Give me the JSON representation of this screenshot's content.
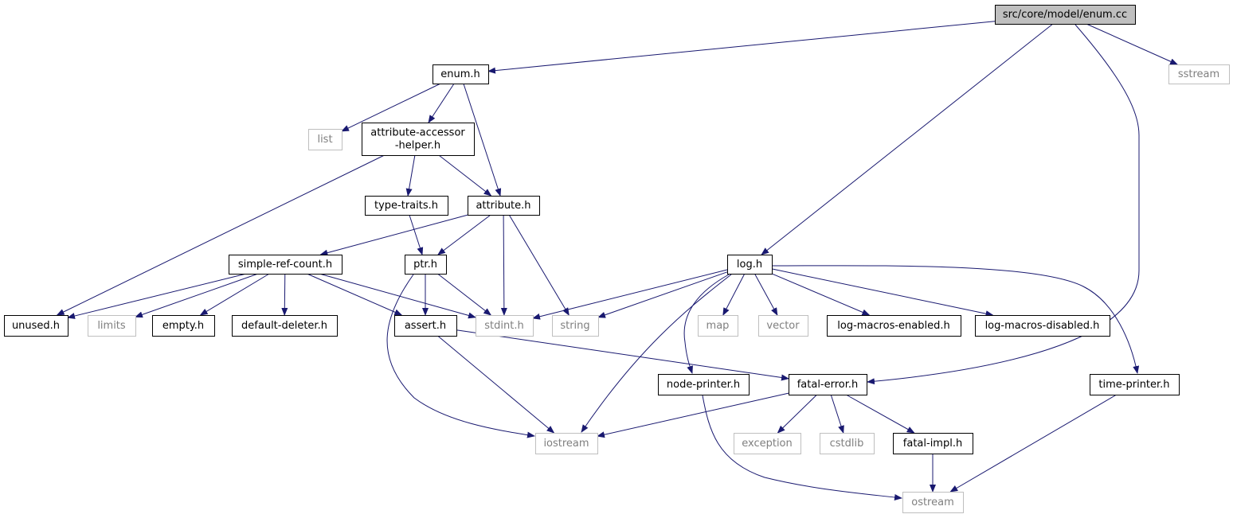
{
  "diagram": {
    "nodes": [
      {
        "id": "enum_cc",
        "label": "src/core/model/enum.cc",
        "kind": "root"
      },
      {
        "id": "enum_h",
        "label": "enum.h",
        "kind": "doc"
      },
      {
        "id": "sstream",
        "label": "sstream",
        "kind": "system"
      },
      {
        "id": "list",
        "label": "list",
        "kind": "system"
      },
      {
        "id": "aah_h",
        "label": "attribute-accessor\n-helper.h",
        "kind": "doc"
      },
      {
        "id": "type_traits_h",
        "label": "type-traits.h",
        "kind": "doc"
      },
      {
        "id": "attribute_h",
        "label": "attribute.h",
        "kind": "doc"
      },
      {
        "id": "simple_ref_count_h",
        "label": "simple-ref-count.h",
        "kind": "doc"
      },
      {
        "id": "ptr_h",
        "label": "ptr.h",
        "kind": "doc"
      },
      {
        "id": "log_h",
        "label": "log.h",
        "kind": "doc"
      },
      {
        "id": "unused_h",
        "label": "unused.h",
        "kind": "doc"
      },
      {
        "id": "limits",
        "label": "limits",
        "kind": "system"
      },
      {
        "id": "empty_h",
        "label": "empty.h",
        "kind": "doc"
      },
      {
        "id": "default_deleter_h",
        "label": "default-deleter.h",
        "kind": "doc"
      },
      {
        "id": "assert_h",
        "label": "assert.h",
        "kind": "doc"
      },
      {
        "id": "stdint_h",
        "label": "stdint.h",
        "kind": "system"
      },
      {
        "id": "string",
        "label": "string",
        "kind": "system"
      },
      {
        "id": "map",
        "label": "map",
        "kind": "system"
      },
      {
        "id": "vector",
        "label": "vector",
        "kind": "system"
      },
      {
        "id": "log_macros_enabled_h",
        "label": "log-macros-enabled.h",
        "kind": "doc"
      },
      {
        "id": "log_macros_disabled_h",
        "label": "log-macros-disabled.h",
        "kind": "doc"
      },
      {
        "id": "node_printer_h",
        "label": "node-printer.h",
        "kind": "doc"
      },
      {
        "id": "fatal_error_h",
        "label": "fatal-error.h",
        "kind": "doc"
      },
      {
        "id": "time_printer_h",
        "label": "time-printer.h",
        "kind": "doc"
      },
      {
        "id": "iostream",
        "label": "iostream",
        "kind": "system"
      },
      {
        "id": "exception",
        "label": "exception",
        "kind": "system"
      },
      {
        "id": "cstdlib",
        "label": "cstdlib",
        "kind": "system"
      },
      {
        "id": "fatal_impl_h",
        "label": "fatal-impl.h",
        "kind": "doc"
      },
      {
        "id": "ostream",
        "label": "ostream",
        "kind": "system"
      }
    ],
    "edges": [
      {
        "from": "enum_cc",
        "to": "enum_h"
      },
      {
        "from": "enum_cc",
        "to": "sstream"
      },
      {
        "from": "enum_cc",
        "to": "log_h"
      },
      {
        "from": "enum_cc",
        "to": "fatal_error_h"
      },
      {
        "from": "enum_h",
        "to": "list"
      },
      {
        "from": "enum_h",
        "to": "aah_h"
      },
      {
        "from": "enum_h",
        "to": "attribute_h"
      },
      {
        "from": "aah_h",
        "to": "type_traits_h"
      },
      {
        "from": "aah_h",
        "to": "attribute_h"
      },
      {
        "from": "aah_h",
        "to": "unused_h"
      },
      {
        "from": "type_traits_h",
        "to": "ptr_h"
      },
      {
        "from": "attribute_h",
        "to": "simple_ref_count_h"
      },
      {
        "from": "attribute_h",
        "to": "ptr_h"
      },
      {
        "from": "attribute_h",
        "to": "stdint_h"
      },
      {
        "from": "attribute_h",
        "to": "string"
      },
      {
        "from": "simple_ref_count_h",
        "to": "unused_h"
      },
      {
        "from": "simple_ref_count_h",
        "to": "limits"
      },
      {
        "from": "simple_ref_count_h",
        "to": "empty_h"
      },
      {
        "from": "simple_ref_count_h",
        "to": "default_deleter_h"
      },
      {
        "from": "simple_ref_count_h",
        "to": "assert_h"
      },
      {
        "from": "simple_ref_count_h",
        "to": "stdint_h"
      },
      {
        "from": "ptr_h",
        "to": "assert_h"
      },
      {
        "from": "ptr_h",
        "to": "stdint_h"
      },
      {
        "from": "ptr_h",
        "to": "iostream"
      },
      {
        "from": "log_h",
        "to": "stdint_h"
      },
      {
        "from": "log_h",
        "to": "string"
      },
      {
        "from": "log_h",
        "to": "map"
      },
      {
        "from": "log_h",
        "to": "vector"
      },
      {
        "from": "log_h",
        "to": "log_macros_enabled_h"
      },
      {
        "from": "log_h",
        "to": "log_macros_disabled_h"
      },
      {
        "from": "log_h",
        "to": "iostream"
      },
      {
        "from": "log_h",
        "to": "node_printer_h"
      },
      {
        "from": "log_h",
        "to": "time_printer_h"
      },
      {
        "from": "assert_h",
        "to": "fatal_error_h"
      },
      {
        "from": "assert_h",
        "to": "iostream"
      },
      {
        "from": "fatal_error_h",
        "to": "iostream"
      },
      {
        "from": "fatal_error_h",
        "to": "exception"
      },
      {
        "from": "fatal_error_h",
        "to": "cstdlib"
      },
      {
        "from": "fatal_error_h",
        "to": "fatal_impl_h"
      },
      {
        "from": "node_printer_h",
        "to": "ostream"
      },
      {
        "from": "time_printer_h",
        "to": "ostream"
      },
      {
        "from": "fatal_impl_h",
        "to": "ostream"
      }
    ]
  },
  "colors": {
    "edge": "#191970",
    "root_fill": "#bfbfbf",
    "doc_stroke": "#000000",
    "system_stroke": "#bfbfbf",
    "system_text": "#7f7f7f",
    "doc_text": "#000000",
    "background": "#ffffff"
  }
}
